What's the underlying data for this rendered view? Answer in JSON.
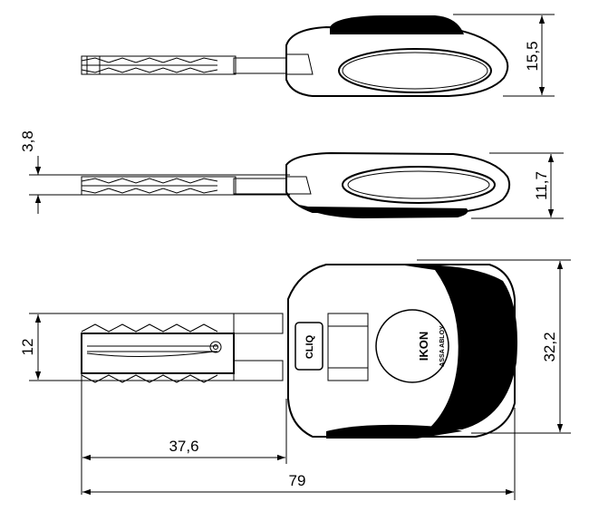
{
  "dimensions": {
    "side_height": "15,5",
    "blade_thickness": "3,8",
    "side_lower_height": "11,7",
    "blade_width": "12",
    "head_height": "32,2",
    "blade_length": "37,6",
    "total_length": "79"
  },
  "labels": {
    "clik_logo": "CLIQ",
    "brand_name": "IKON",
    "brand_sub": "ASSA ABLOY"
  }
}
